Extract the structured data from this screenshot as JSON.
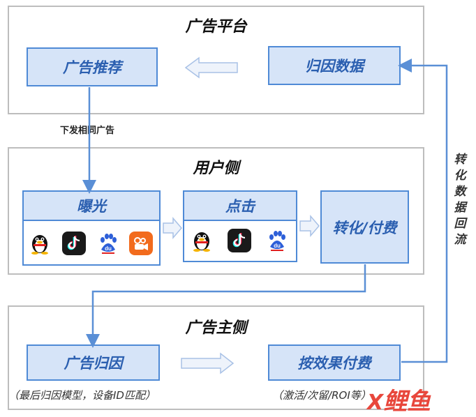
{
  "sections": {
    "platform": {
      "title": "广告平台"
    },
    "user": {
      "title": "用户侧"
    },
    "advertiser": {
      "title": "广告主侧"
    }
  },
  "boxes": {
    "ad_recommend": "广告推荐",
    "attribution_data": "归因数据",
    "exposure": "曝光",
    "click": "点击",
    "conversion_pay": "转化/付费",
    "ad_attribution": "广告归因",
    "pay_by_effect": "按效果付费"
  },
  "labels": {
    "deliver_same_ad": "下发相同广告",
    "conversion_backflow": [
      "转",
      "化",
      "数",
      "据",
      "回",
      "流"
    ],
    "attribution_note": "（最后归因模型，设备ID匹配）",
    "effect_note": "（激活/次留/ROI等）"
  },
  "icons": {
    "exposure": [
      "qq-penguin-icon",
      "douyin-icon",
      "baidu-paw-icon",
      "kuaishou-icon"
    ],
    "click": [
      "qq-penguin-icon",
      "douyin-icon",
      "baidu-paw-icon"
    ]
  },
  "watermark": {
    "text": "鲤鱼",
    "prefix": "X",
    "color": "#e8473c"
  },
  "colors": {
    "box_fill": "#d6e4f8",
    "box_border": "#4f8ad6",
    "box_text": "#2b5fb0",
    "arrow_line": "#5a8fd6",
    "frame": "#bdbdbd"
  }
}
